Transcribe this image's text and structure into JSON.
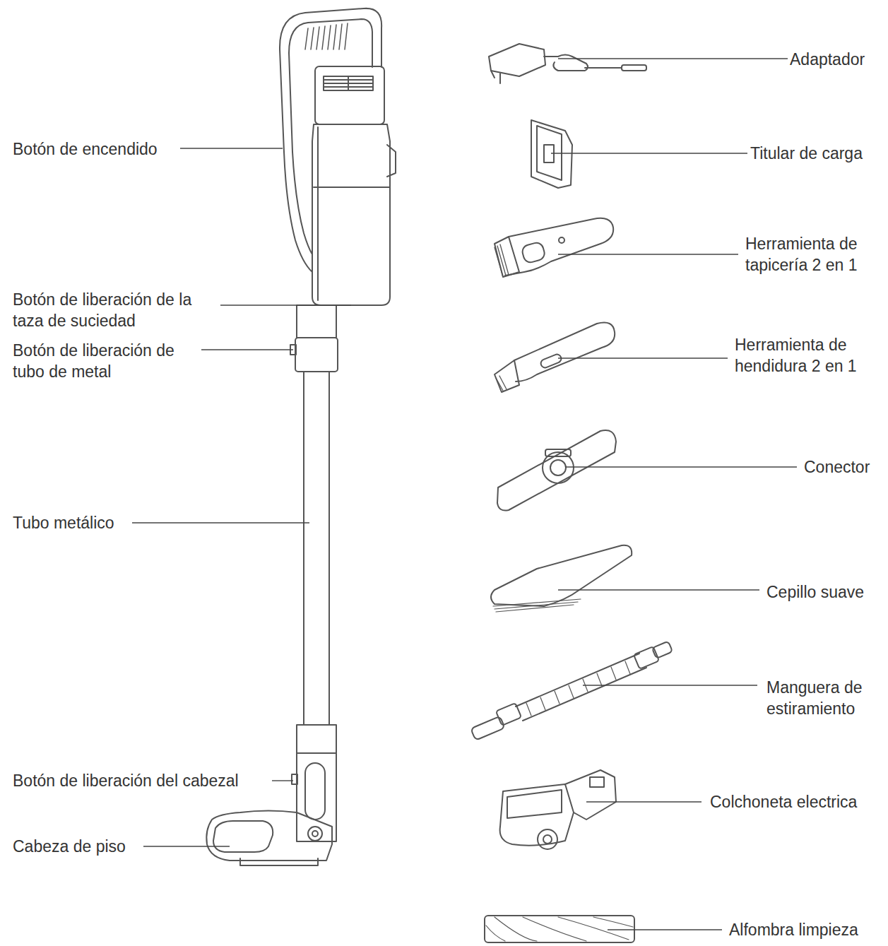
{
  "diagram": {
    "labels": [
      "Botón de encendido",
      "Botón de liberación de la taza de suciedad",
      "Botón de liberación de tubo de metal",
      "Tubo metálico",
      "Botón de liberación del cabezal",
      "Cabeza de piso",
      "Adaptador",
      "Titular de carga",
      "Herramienta de tapicería 2 en 1",
      "Herramienta de hendidura 2 en 1",
      "Conector",
      "Cepillo suave",
      "Manguera de estiramiento",
      "Colchoneta electrica",
      "Alfombra limpieza"
    ]
  }
}
